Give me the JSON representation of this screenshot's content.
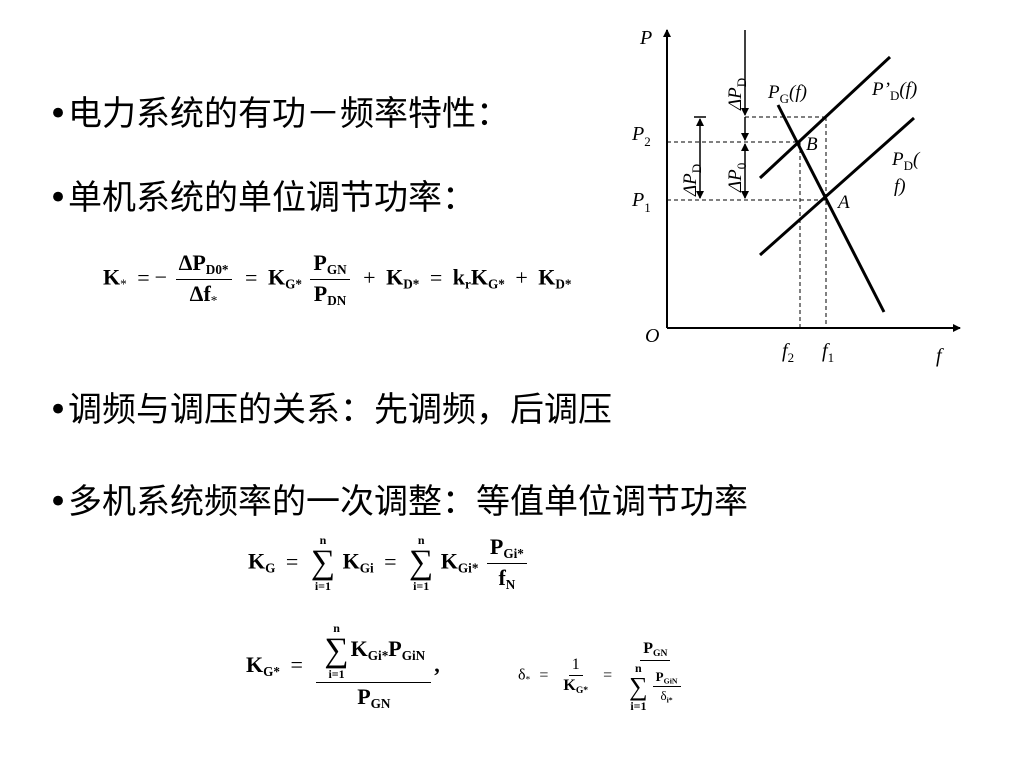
{
  "bullets": {
    "b1": "•电力系统的有功－频率特性：",
    "b2": "•单机系统的单位调节功率：",
    "b3": "•调频与调压的关系：先调频，后调压",
    "b4": "•多机系统频率的一次调整：等值单位调节功率"
  },
  "eq1": {
    "K": "K",
    "star": "*",
    "minus": "−",
    "dP": "ΔP",
    "D0star": "D0*",
    "df": "Δf",
    "fstar": "*",
    "eq": "=",
    "plus": "+",
    "KG": "K",
    "Gstar": "G*",
    "PGN": "P",
    "GN": "GN",
    "PDN": "P",
    "DN": "DN",
    "KD": "K",
    "Dstar": "D*",
    "kr": "k",
    "r": "r"
  },
  "eq2": {
    "K": "K",
    "G": "G",
    "n": "n",
    "i1": "i=1",
    "Gi": "Gi",
    "Gistar": "Gi*",
    "P": "P",
    "f": "f",
    "N": "N"
  },
  "eq3": {
    "K": "K",
    "Gstar": "G*",
    "n": "n",
    "i1": "i=1",
    "Gistar": "Gi*",
    "P": "P",
    "GiN": "GiN",
    "GN": "GN",
    "comma": ","
  },
  "eq4": {
    "delta": "δ",
    "star": "*",
    "one": "1",
    "K": "K",
    "Gstar": "G*",
    "P": "P",
    "GN": "GN",
    "n": "n",
    "i1": "i=1",
    "GiN": "GiN",
    "istar": "i*"
  },
  "diagram": {
    "P": "P",
    "f": "f",
    "O": "O",
    "P1": "P",
    "P1sub": "1",
    "P2": "P",
    "P2sub": "2",
    "f1": "f",
    "f1sub": "1",
    "f2": "f",
    "f2sub": "2",
    "A": "A",
    "B": "B",
    "PG": "P",
    "PGsub": "G",
    "PGarg": "(f)",
    "PDp": "P’",
    "PDpsub": "D",
    "PDparg": "(f)",
    "PD": "P",
    "PDsub": "D",
    "PDarg1": "(",
    "PDarg2": "f)",
    "dPD_top": "ΔP",
    "dPD_top_sub": "D",
    "dPD_left": "ΔP",
    "dPD_left_sub": "D",
    "dP0": "ΔP",
    "dP0_sub": "0"
  }
}
